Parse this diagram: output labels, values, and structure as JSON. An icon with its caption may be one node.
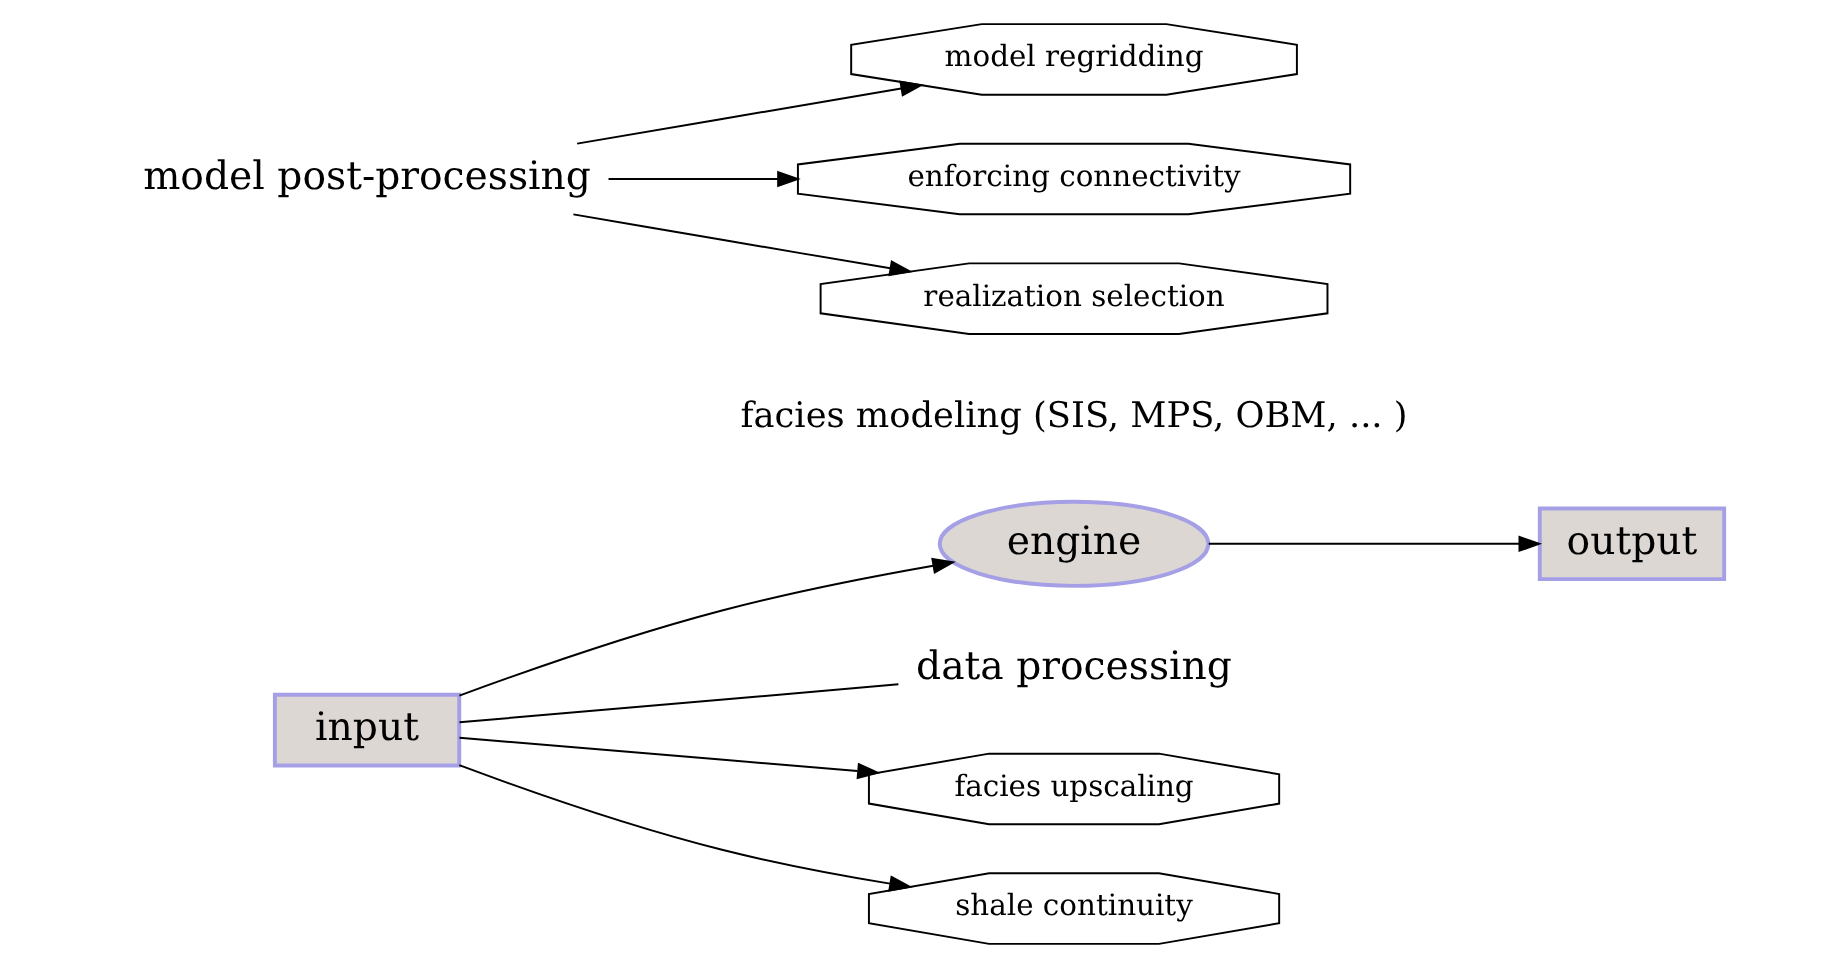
{
  "diagram": {
    "nodes": [
      {
        "text": [
          "input"
        ]
      },
      {
        "text": [
          "engine"
        ],
        "beside": [
          "facies modeling (SIS, MPS, OBM, ... )"
        ]
      },
      {
        "text": [
          "output"
        ]
      },
      {
        "text": [
          "data processing"
        ]
      },
      {
        "text": [
          "facies upscaling"
        ]
      },
      {
        "text": [
          "shale continuity"
        ]
      },
      {
        "text": [
          "model post-processing"
        ]
      },
      {
        "text": [
          "model regridding"
        ]
      },
      {
        "text": [
          "enforcing connectivity"
        ]
      },
      {
        "text": [
          "realization selection"
        ]
      }
    ],
    "edges": [
      {
        "from": 0,
        "to": 1,
        "arrow": "to"
      },
      {
        "from": 1,
        "to": 2,
        "arrow": "to"
      },
      {
        "from": 0,
        "to": 3,
        "arrow": "none"
      },
      {
        "from": 0,
        "to": 4,
        "arrow": "to"
      },
      {
        "from": 0,
        "to": 5,
        "arrow": "to"
      },
      {
        "from": 6,
        "to": 7,
        "arrow": "to"
      },
      {
        "from": 6,
        "to": 9,
        "arrow": "to"
      },
      {
        "from": 6,
        "to": 8,
        "arrow": "to"
      }
    ]
  }
}
